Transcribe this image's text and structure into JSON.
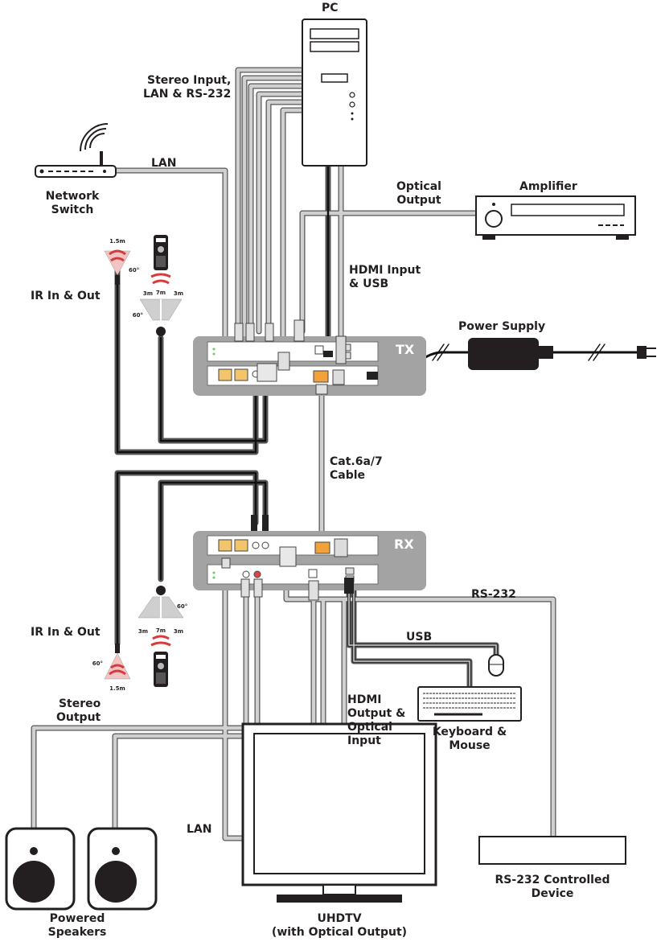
{
  "labels": {
    "pc": "PC",
    "stereo_input": [
      "Stereo Input,",
      "LAN & RS-232"
    ],
    "lan_top": "LAN",
    "network_switch": [
      "Network",
      "Switch"
    ],
    "optical_output": [
      "Optical",
      "Output"
    ],
    "amplifier": "Amplifier",
    "ir_top": "IR In & Out",
    "hdmi_input": [
      "HDMI Input",
      "& USB"
    ],
    "power_supply": "Power Supply",
    "tx": "TX",
    "cat6": [
      "Cat.6a/7",
      "Cable"
    ],
    "rx": "RX",
    "rs232": "RS-232",
    "ir_bottom": "IR In & Out",
    "usb": "USB",
    "hdmi_output": [
      "HDMI",
      "Output &",
      "Optical",
      "Input"
    ],
    "keyboard": [
      "Keyboard &",
      "Mouse"
    ],
    "stereo_output": [
      "Stereo",
      "Output"
    ],
    "lan_bottom": "LAN",
    "rs232_device": [
      "RS-232 Controlled",
      "Device"
    ],
    "speakers": [
      "Powered",
      "Speakers"
    ],
    "uhdtv": [
      "UHDTV",
      "(with Optical Output)"
    ]
  },
  "ir_ranges": {
    "top_sensor_distance": "1.5m",
    "top_sensor_angle": "60°",
    "top_emitter_left": "3m",
    "top_emitter_center": "7m",
    "top_emitter_right": "3m",
    "top_emitter_angle": "60°",
    "bottom_emitter_angle": "60°",
    "bottom_emitter_left": "3m",
    "bottom_emitter_center": "7m",
    "bottom_emitter_right": "3m",
    "bottom_sensor_angle": "60°",
    "bottom_sensor_distance": "1.5m"
  },
  "colors": {
    "cable_fill": "#cfcfcf",
    "cable_edge": "#555555",
    "device_fill": "#ffffff",
    "unit_fill": "#9d9d9d",
    "ir_red": "#d63a3a",
    "text": "#231f20"
  }
}
